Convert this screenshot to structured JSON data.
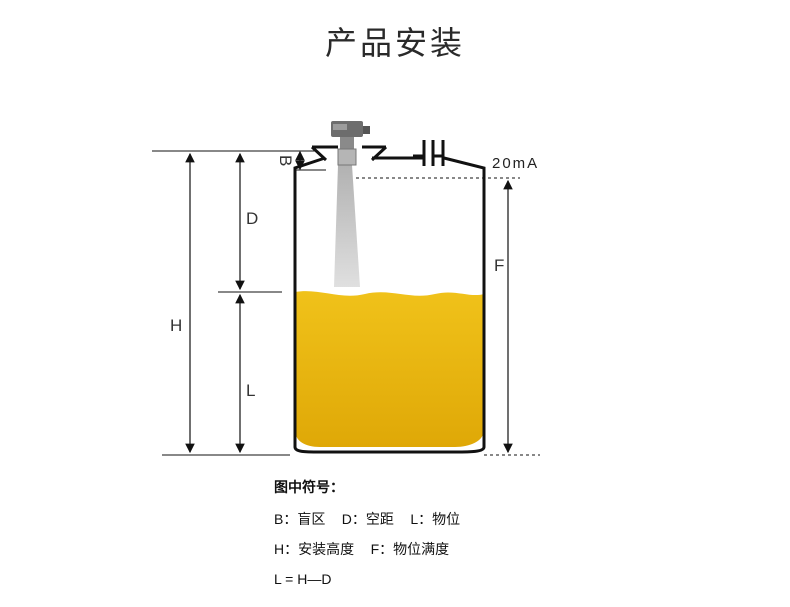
{
  "page": {
    "title": "产品安装"
  },
  "diagram": {
    "signal_label": "20mA",
    "labels": {
      "B": "B",
      "D": "D",
      "H": "H",
      "L": "L",
      "F": "F"
    },
    "colors": {
      "liquid": "#e8b50a",
      "tank_outline": "#111111",
      "beam": "#c9c9c9",
      "sensor_head": "#777777"
    }
  },
  "legend": {
    "title": "图中符号：",
    "row1": [
      {
        "key": "B",
        "sep": "：",
        "desc": "盲区"
      },
      {
        "key": "D",
        "sep": "：",
        "desc": "空距"
      },
      {
        "key": "L",
        "sep": "：",
        "desc": "物位"
      }
    ],
    "row2": [
      {
        "key": "H",
        "sep": "：",
        "desc": "安装高度"
      },
      {
        "key": "F",
        "sep": "：",
        "desc": "物位满度"
      }
    ],
    "formula": "L = H—D"
  }
}
